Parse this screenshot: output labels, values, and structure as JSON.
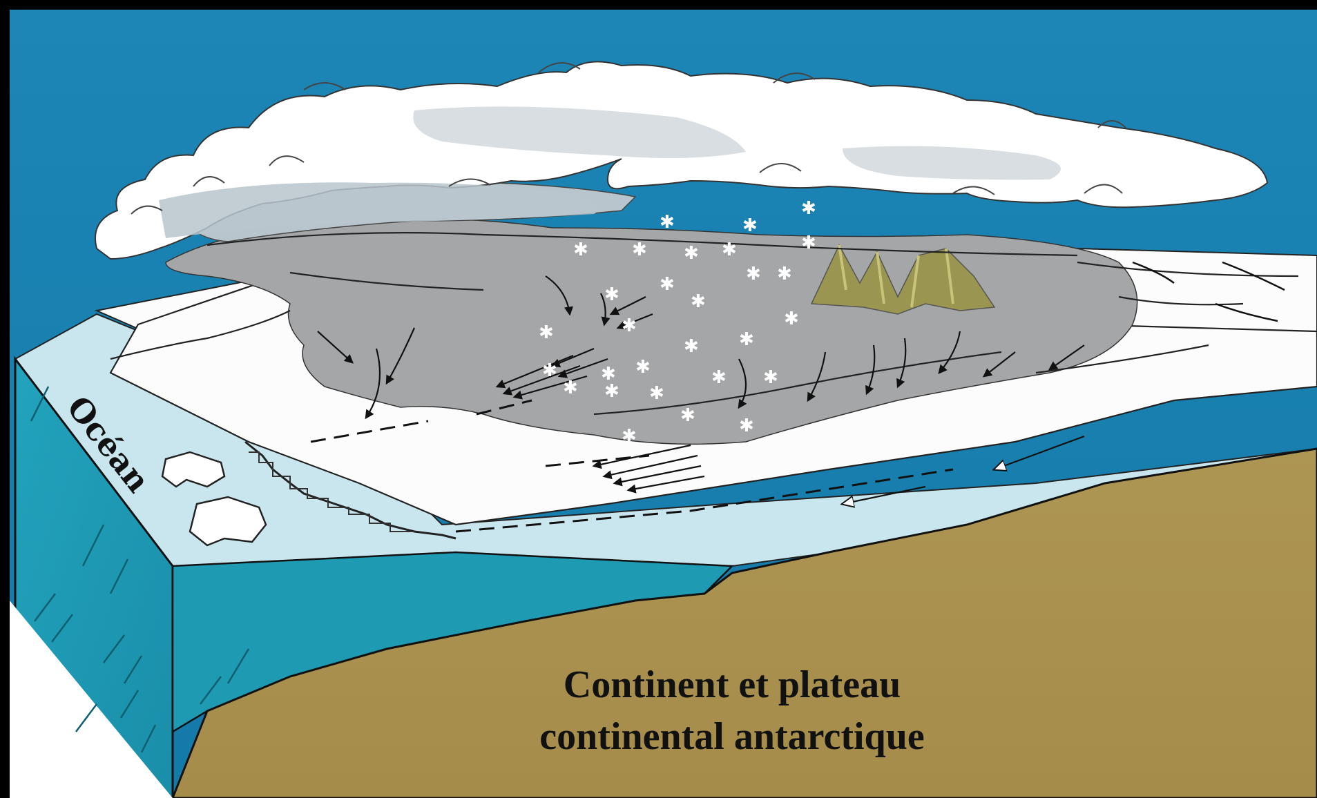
{
  "labels": {
    "ocean": "Océan",
    "continent_line1": "Continent et plateau",
    "continent_line2": "continental antarctique"
  },
  "colors": {
    "frame": "#000000",
    "sky": "#1882b3",
    "ocean": "#1e9ab3",
    "ocean_deep": "#1690ad",
    "ice_shelf": "#c9e6ef",
    "snow_surface": "#fbfcfb",
    "ice_sheet_shadow": "#a4a6a8",
    "cloud": "#ffffff",
    "cloud_shadow": "#b8c4cc",
    "seabed": "#a9914e",
    "mountains": "#9a9550"
  },
  "icons": {
    "snowflake": "✱"
  }
}
